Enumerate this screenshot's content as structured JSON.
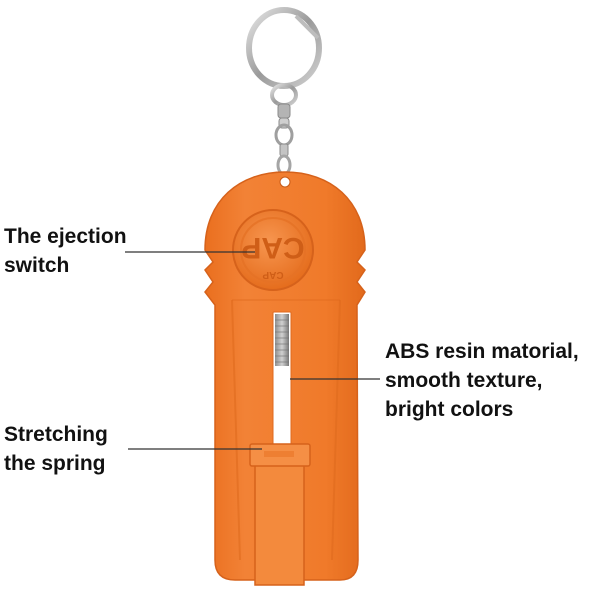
{
  "callouts": {
    "ejection_switch": {
      "line1": "The ejection",
      "line2": "switch"
    },
    "material": {
      "line1": "ABS resin matorial,",
      "line2": "smooth texture,",
      "line3": "bright colors"
    },
    "spring": {
      "line1": "Stretching",
      "line2": "the spring"
    }
  },
  "logo_text": {
    "top": "CAP",
    "big": "CAP"
  },
  "colors": {
    "body_orange": "#f07a2a",
    "body_orange_light": "#f38a3d",
    "body_orange_dark": "#d9621a",
    "keyring_metal": "#a9a9a9",
    "slot_white": "#ffffff",
    "label_text": "#111111",
    "leader_line": "#333333"
  }
}
